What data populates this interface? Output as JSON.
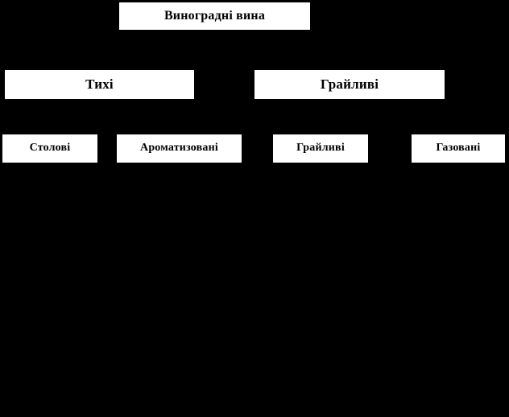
{
  "diagram": {
    "title_node": {
      "label": "Виноградні вина"
    },
    "level2": [
      {
        "label": "Тихі"
      },
      {
        "label": "Грайливі"
      }
    ],
    "level3": [
      {
        "label": "Столові"
      },
      {
        "label": "Ароматизовані"
      },
      {
        "label": "Грайливі"
      },
      {
        "label": "Газовані"
      }
    ],
    "colors": {
      "background": "#000000",
      "node_fill": "#ffffff",
      "node_border": "#000000",
      "text": "#000000"
    }
  }
}
